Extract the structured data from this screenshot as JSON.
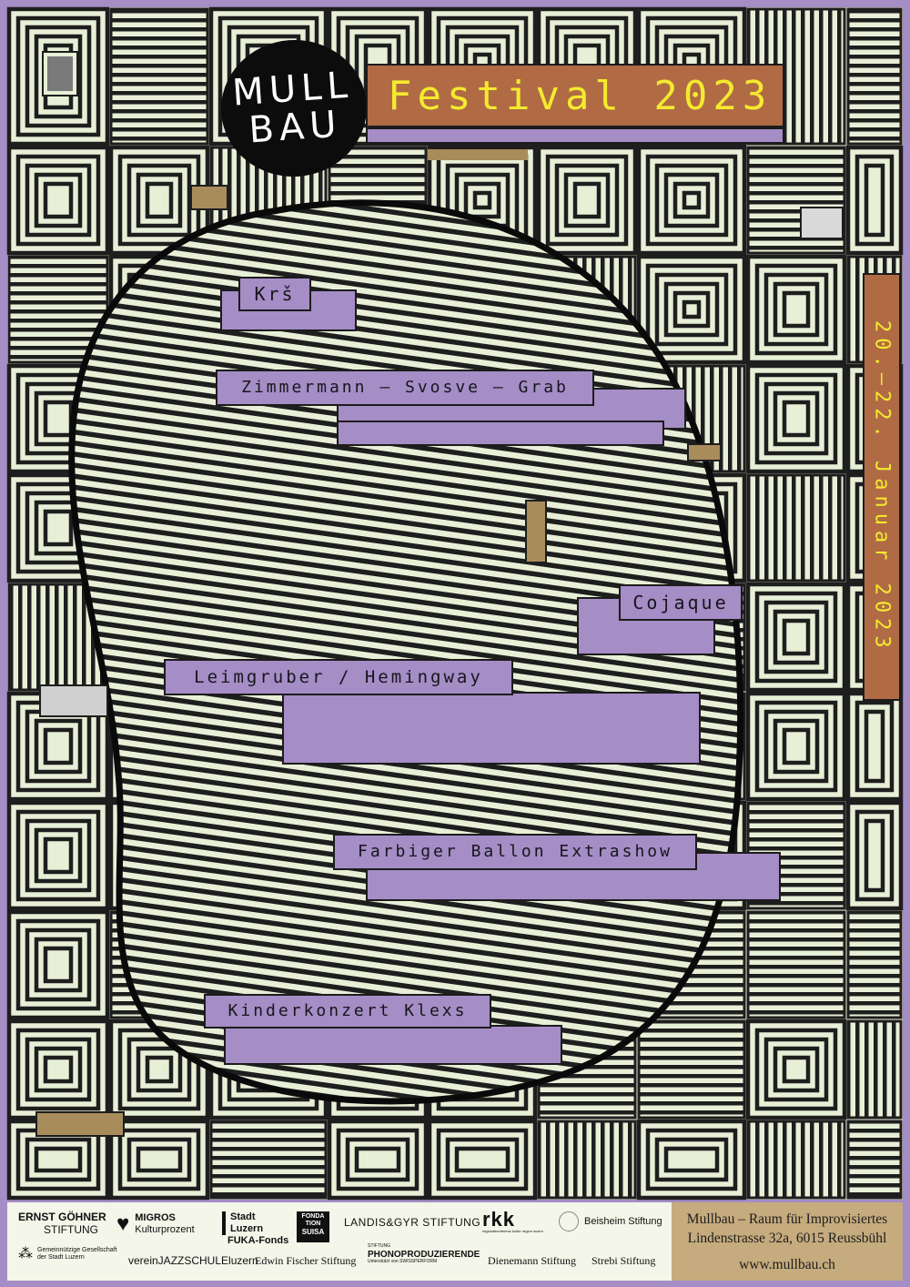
{
  "logo": {
    "line1": "MULL",
    "line2": "BAU"
  },
  "festival_title": "Festival 2023",
  "date_vertical": "20.–22. Januar 2023",
  "acts": [
    "Krš",
    "Zimmermann – Svosve – Grab",
    "Cojaque",
    "Leimgruber / Hemingway",
    "Farbiger Ballon Extrashow",
    "Kinderkonzert Klexs"
  ],
  "sponsors": {
    "goehner_1": "ERNST GÖHNER",
    "goehner_2": "STIFTUNG",
    "migros_1": "MIGROS",
    "migros_2": "Kulturprozent",
    "luzern_1": "Stadt",
    "luzern_2": "Luzern",
    "fuka": "FUKA-Fonds",
    "suisa_1": "FONDA",
    "suisa_2": "TION",
    "suisa_3": "SUISA",
    "landis": "LANDIS&GYR STIFTUNG",
    "rkk": "rkk",
    "rkk_sub": "regionalkonferenz kultur region luzern",
    "beisheim": "Beisheim Stiftung",
    "ggl_1": "Gemeinnützige Gesellschaft",
    "ggl_2": "der Stadt Luzern",
    "jazz": "vereinJAZZSCHULEluzern",
    "fischer": "Edwin Fischer Stiftung",
    "phono_1": "STIFTUNG",
    "phono_2": "PHONOPRODUZIERENDE",
    "phono_3": "Unterstützt von SWISSPERFORM",
    "dienemann": "Dienemann Stiftung",
    "strebi": "Strebi Stiftung"
  },
  "venue": {
    "line1": "Mullbau – Raum für Improvisiertes",
    "line2": "Lindenstrasse 32a, 6015 Reussbühl",
    "url": "www.mullbau.ch"
  },
  "colors": {
    "background": "#a58dc6",
    "maze_light": "#e8efd7",
    "maze_dark": "#1e1e1e",
    "accent_orange": "#b06b45",
    "accent_yellow": "#f4ea2e",
    "label_lilac": "#a58dc6",
    "venue_box": "#c5ab7d"
  }
}
